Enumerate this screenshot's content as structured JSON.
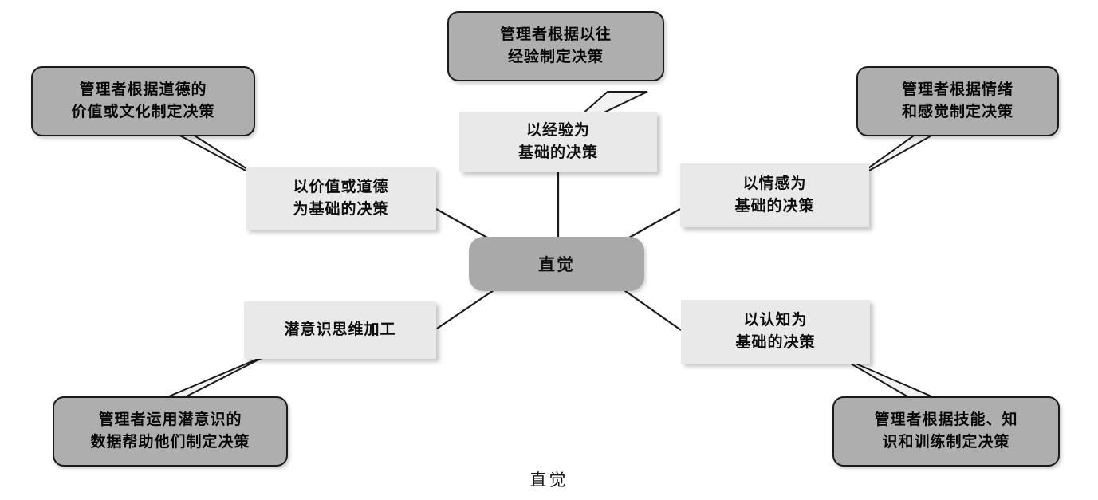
{
  "figure": {
    "caption": "直觉",
    "hub": {
      "label": "直觉"
    },
    "colors": {
      "background": "#ffffff",
      "hub_fill": "#a9a9a9",
      "node_fill": "#e9e9e9",
      "callout_fill": "#aeaeae",
      "line": "#1a1a1a"
    }
  },
  "nodes": [
    {
      "id": "experience",
      "label_line1": "以经验为",
      "label_line2": "基础的决策"
    },
    {
      "id": "values",
      "label_line1": "以价值或道德",
      "label_line2": "为基础的决策"
    },
    {
      "id": "emotion",
      "label_line1": "以情感为",
      "label_line2": "基础的决策"
    },
    {
      "id": "subconscious",
      "label_line1": "潜意识思维加工",
      "label_line2": ""
    },
    {
      "id": "cognition",
      "label_line1": "以认知为",
      "label_line2": "基础的决策"
    }
  ],
  "callouts": [
    {
      "id": "experience-note",
      "line1": "管理者根据以往",
      "line2": "经验制定决策"
    },
    {
      "id": "values-note",
      "line1": "管理者根据道德的",
      "line2": "价值或文化制定决策"
    },
    {
      "id": "emotion-note",
      "line1": "管理者根据情绪",
      "line2": "和感觉制定决策"
    },
    {
      "id": "subconscious-note",
      "line1": "管理者运用潜意识的",
      "line2": "数据帮助他们制定决策"
    },
    {
      "id": "cognition-note",
      "line1": "管理者根据技能、知",
      "line2": "识和训练制定决策"
    }
  ]
}
